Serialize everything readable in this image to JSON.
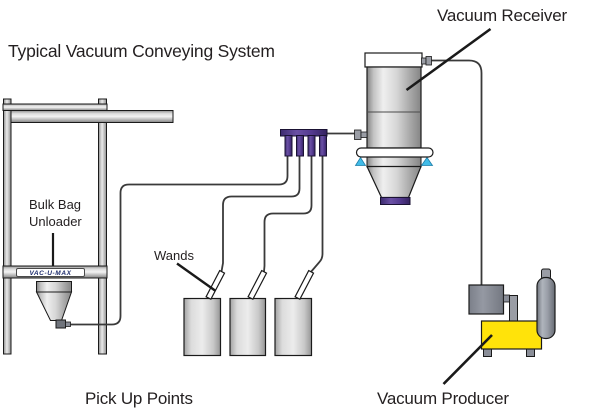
{
  "title": "Typical Vacuum Conveying System",
  "labels": {
    "vacuum_receiver": "Vacuum Receiver",
    "bulk_bag_line1": "Bulk Bag",
    "bulk_bag_line2": "Unloader",
    "wands": "Wands",
    "pick_up_points": "Pick Up Points",
    "vacuum_producer": "Vacuum Producer",
    "brand": "VAC-U-MAX"
  },
  "colors": {
    "manifold_purple": "#53398e",
    "clamp_cyan": "#41bce8",
    "producer_yellow": "#ffe30a",
    "brand_navy": "#1b2a6b",
    "line_black": "#231f20"
  }
}
